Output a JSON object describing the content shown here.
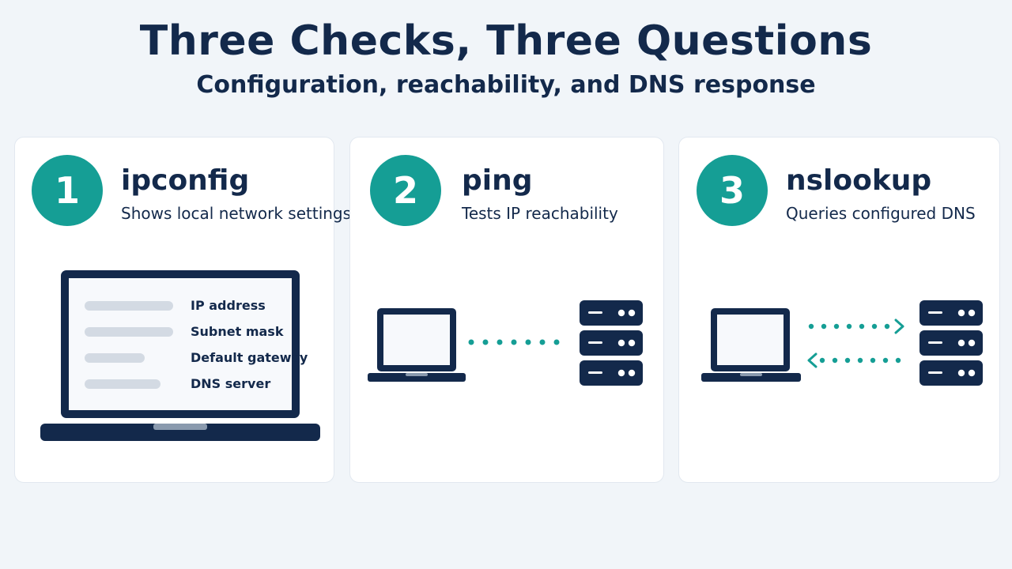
{
  "header": {
    "title": "Three Checks, Three Questions",
    "subtitle": "Configuration, reachability, and DNS response"
  },
  "colors": {
    "navy": "#13294b",
    "teal": "#159e95",
    "card_bg": "#ffffff",
    "page_bg": "#f1f5f9",
    "screen_bg": "#f7f9fc",
    "placeholder_bar": "#d3dae3"
  },
  "cards": [
    {
      "number": "1",
      "command": "ipconfig",
      "description": "Shows local network settings",
      "illustration": "laptop-with-settings",
      "settings": [
        "IP address",
        "Subnet mask",
        "Default gateway",
        "DNS server"
      ]
    },
    {
      "number": "2",
      "command": "ping",
      "description": "Tests IP reachability",
      "illustration": "laptop-dotted-line-to-server"
    },
    {
      "number": "3",
      "command": "nslookup",
      "description": "Queries configured DNS",
      "illustration": "laptop-query-and-response-arrows-with-server"
    }
  ]
}
